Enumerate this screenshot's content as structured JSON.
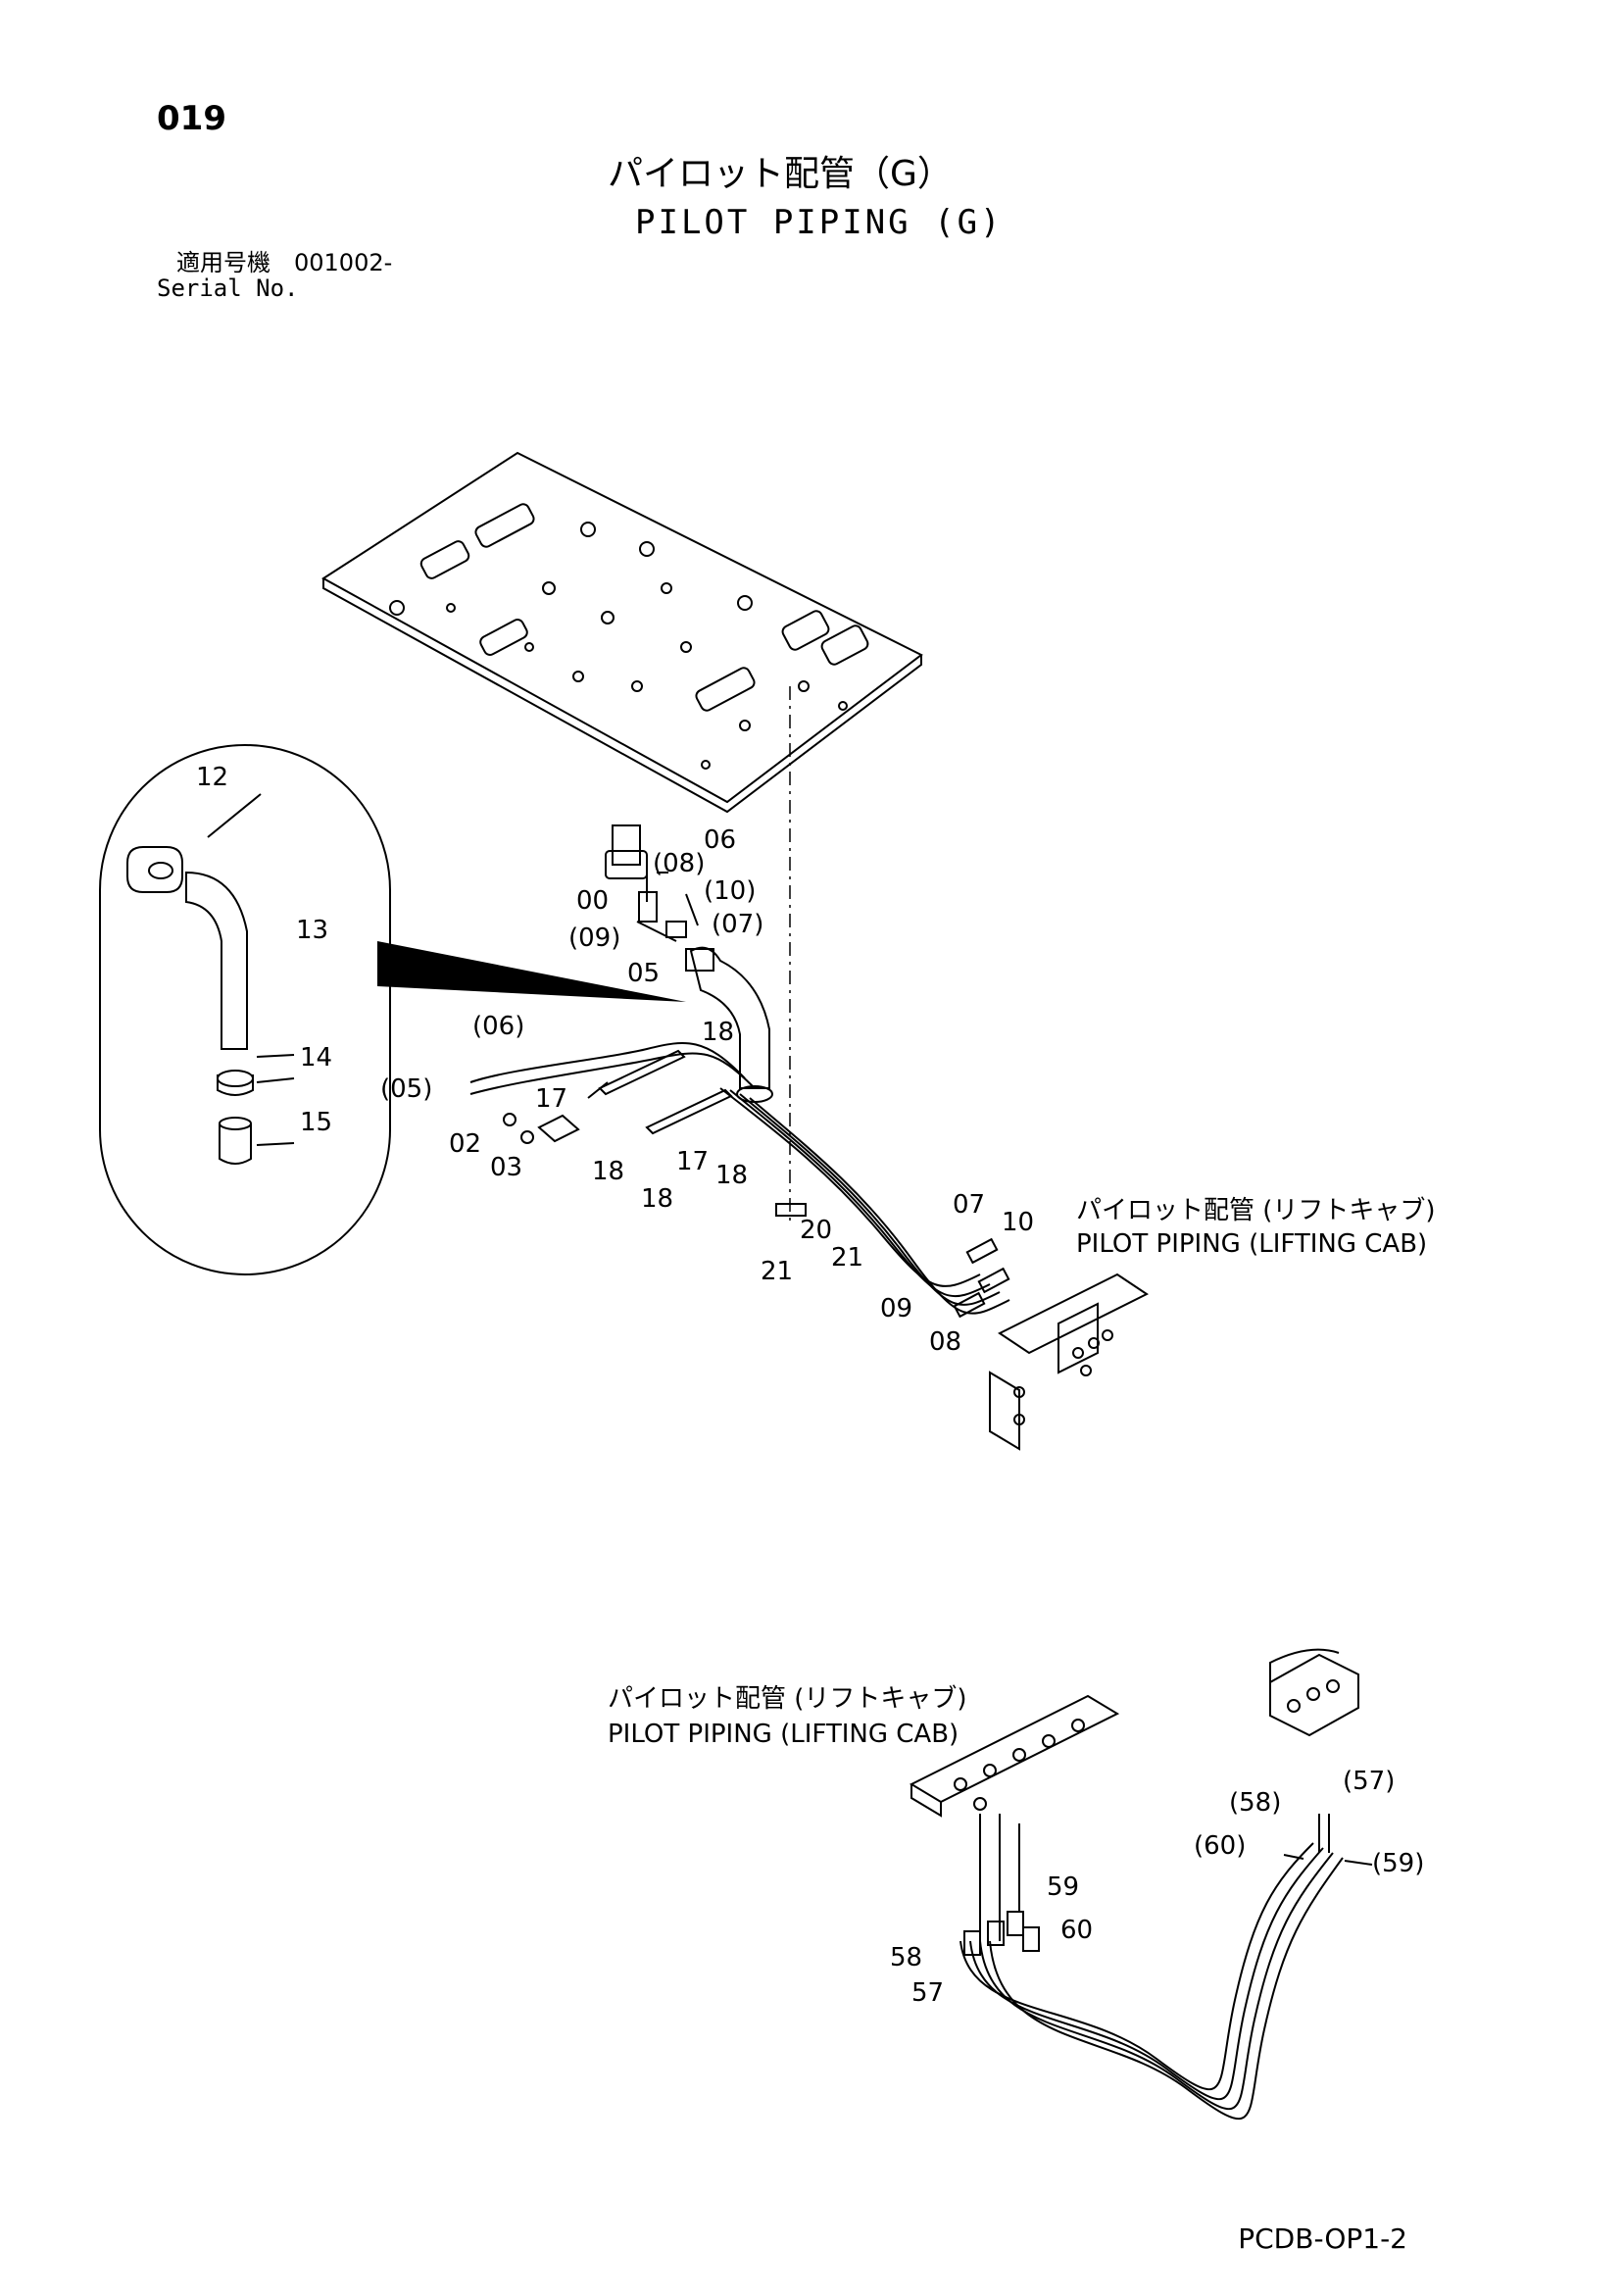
{
  "page_number": "019",
  "title_ja": "パイロット配管（G）",
  "title_en": "PILOT PIPING (G)",
  "serial_ja": "適用号機　001002-",
  "serial_en": "Serial No.",
  "captions": {
    "upper_ja": "パイロット配管 (リフトキャブ)",
    "upper_en": "PILOT PIPING (LIFTING CAB)",
    "lower_ja": "パイロット配管 (リフトキャブ)",
    "lower_en": "PILOT PIPING (LIFTING CAB)"
  },
  "callouts": {
    "c12": "12",
    "c13": "13",
    "c14": "14",
    "c15": "15",
    "c06": "06",
    "c08p": "(08)",
    "c10p": "(10)",
    "c07p": "(07)",
    "c00": "00",
    "c09p": "(09)",
    "c05": "05",
    "c06p": "(06)",
    "c18a": "18",
    "c05p": "(05)",
    "c17a": "17",
    "c02": "02",
    "c03": "03",
    "c18b": "18",
    "c18c": "18",
    "c17b": "17",
    "c18d": "18",
    "c07": "07",
    "c10": "10",
    "c20": "20",
    "c21a": "21",
    "c21b": "21",
    "c09": "09",
    "c08": "08",
    "c58p": "(58)",
    "c57p": "(57)",
    "c60p": "(60)",
    "c59p": "(59)",
    "c59": "59",
    "c60": "60",
    "c58": "58",
    "c57": "57"
  },
  "footer_code": "PCDB-OP1-2"
}
